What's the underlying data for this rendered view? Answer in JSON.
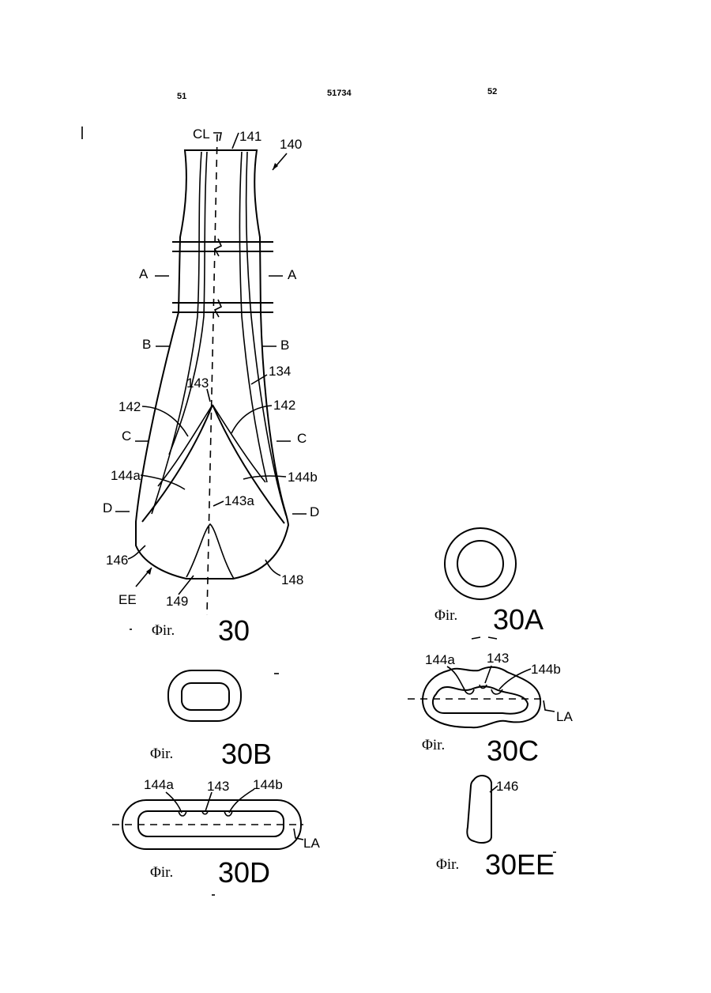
{
  "header": {
    "page_left": "51",
    "doc_number": "51734",
    "page_right": "52"
  },
  "fig30": {
    "caption_prefix": "Φir.",
    "caption_number": "30",
    "labels": {
      "cl": "CL",
      "l141": "141",
      "l140": "140",
      "a_left": "A",
      "a_right": "A",
      "b_left": "B",
      "b_right": "B",
      "l143": "143",
      "l134": "134",
      "l142_left": "142",
      "l142_right": "142",
      "c_left": "C",
      "c_right": "C",
      "l144a": "144a",
      "l144b": "144b",
      "d_left": "D",
      "d_right": "D",
      "l143a": "143a",
      "l146": "146",
      "l148": "148",
      "ee": "EE",
      "l149": "149"
    }
  },
  "fig30A": {
    "caption_prefix": "Φir.",
    "caption_number": "30A"
  },
  "fig30B": {
    "caption_prefix": "Φir.",
    "caption_number": "30B"
  },
  "fig30C": {
    "caption_prefix": "Φir.",
    "caption_number": "30C",
    "labels": {
      "l144a": "144a",
      "l143": "143",
      "l144b": "144b",
      "la": "LA"
    }
  },
  "fig30D": {
    "caption_prefix": "Φir.",
    "caption_number": "30D",
    "labels": {
      "l144a": "144a",
      "l143": "143",
      "l144b": "144b",
      "la": "LA"
    }
  },
  "fig30EE": {
    "caption_prefix": "Φir.",
    "caption_number": "30EE",
    "labels": {
      "l146": "146"
    }
  }
}
